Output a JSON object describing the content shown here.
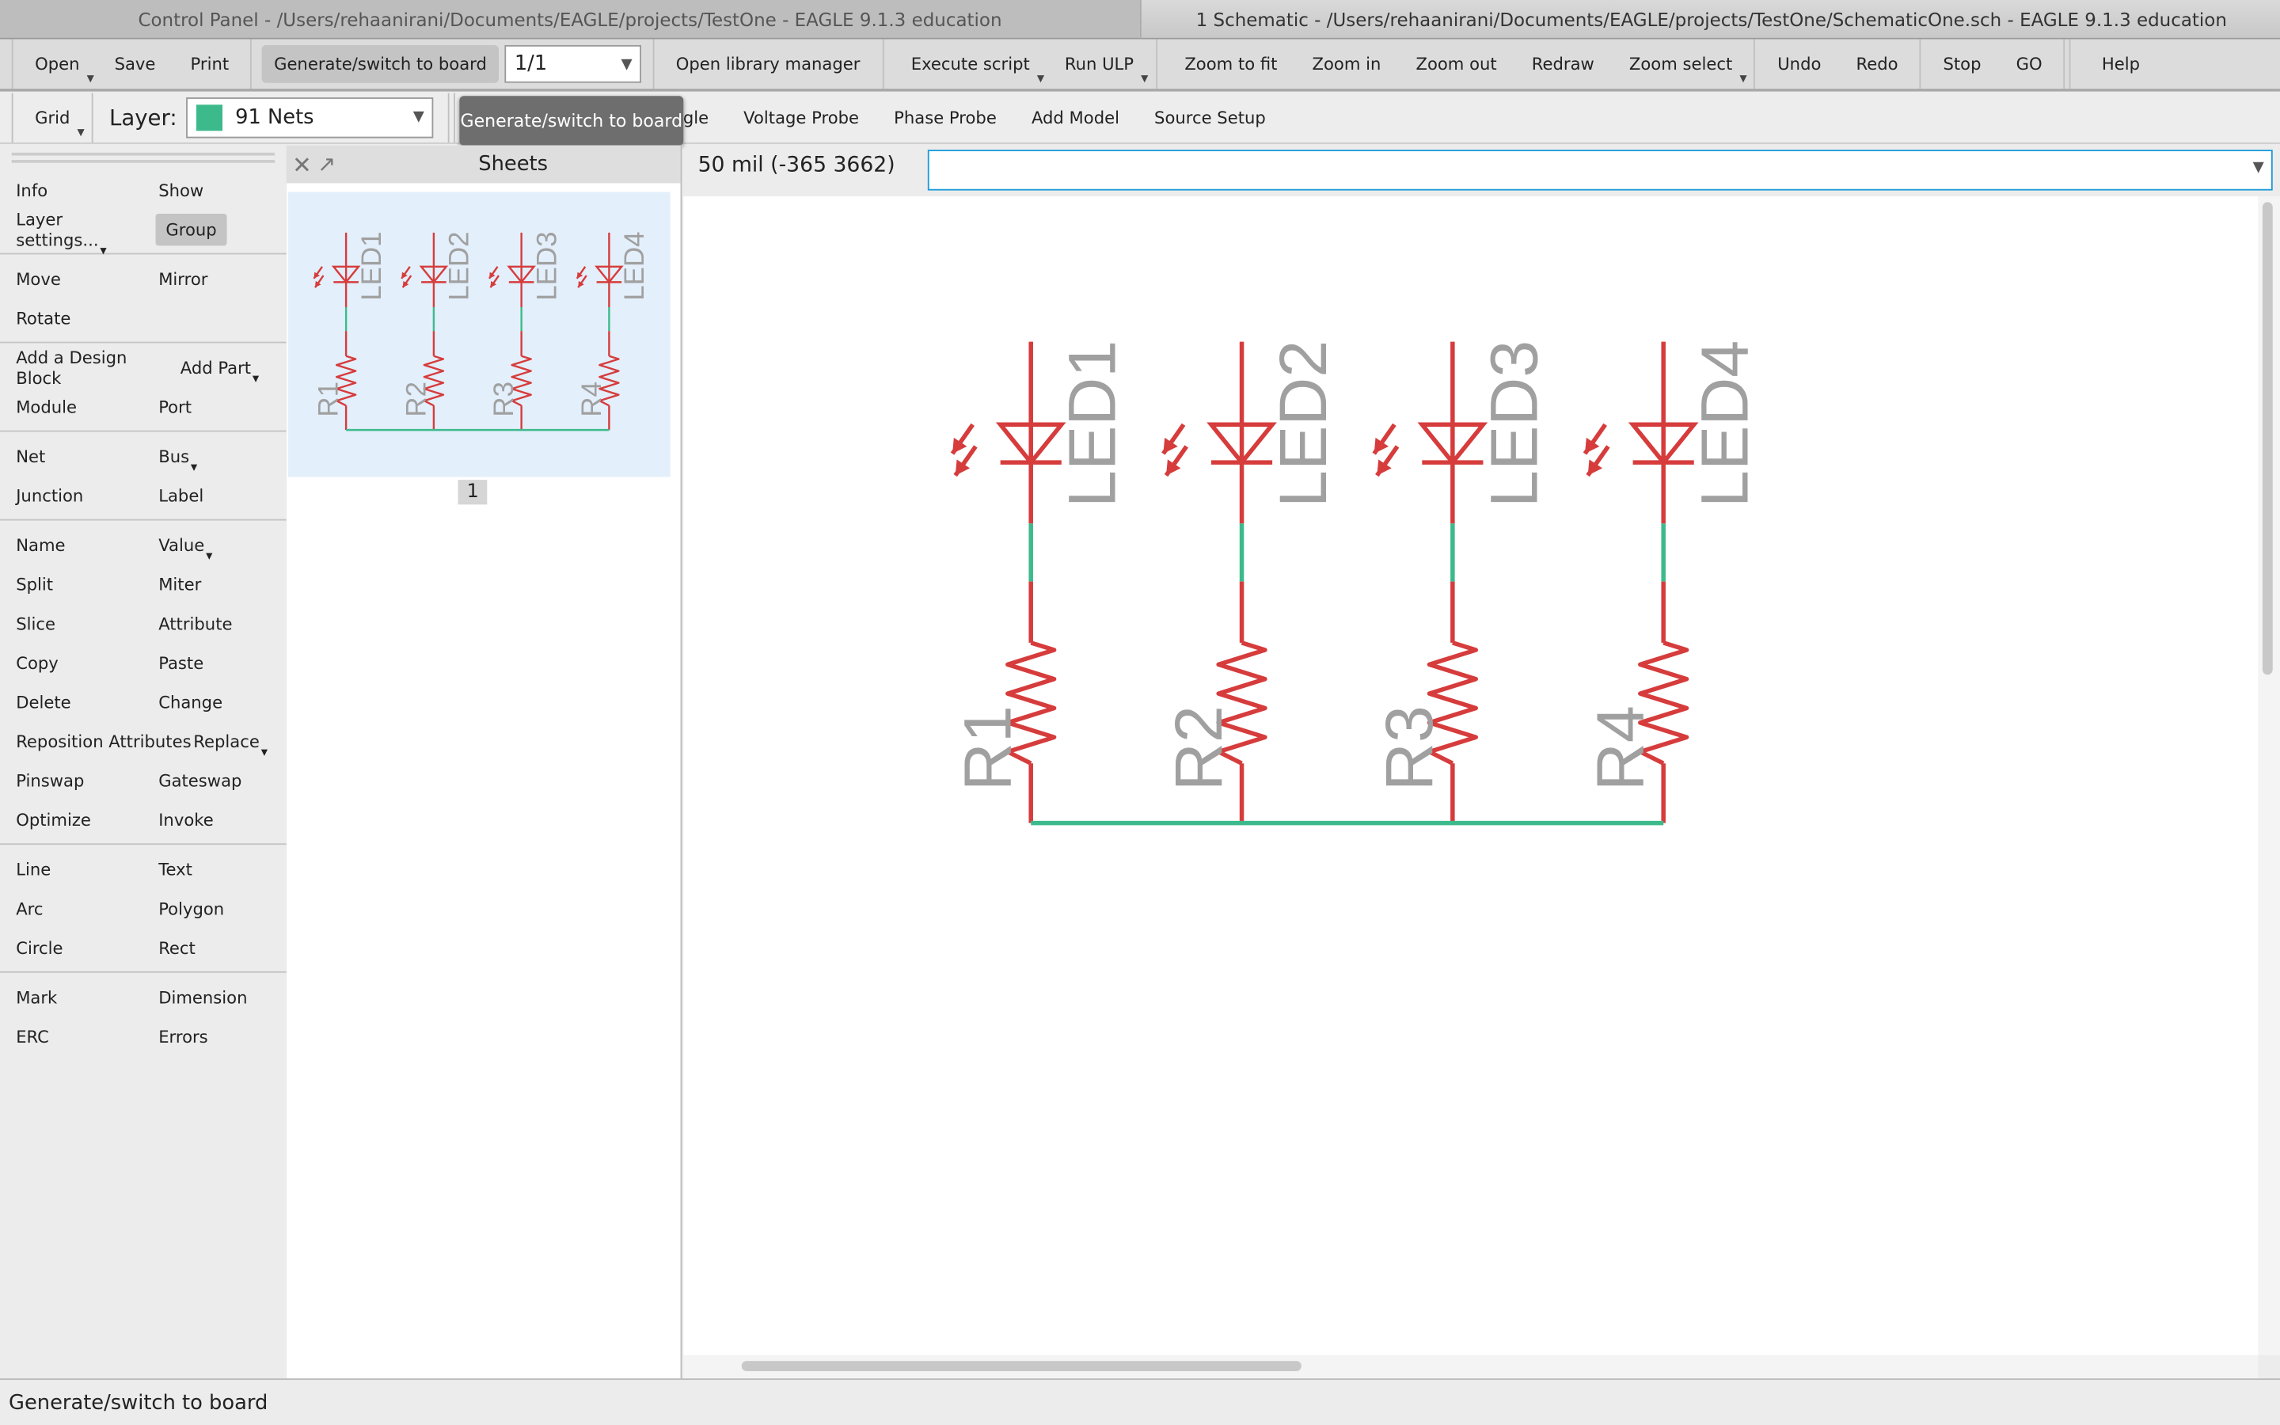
{
  "windows": {
    "control_panel_title": "Control Panel - /Users/rehaanirani/Documents/EAGLE/projects/TestOne - EAGLE 9.1.3 education",
    "schematic_title": "1 Schematic - /Users/rehaanirani/Documents/EAGLE/projects/TestOne/SchematicOne.sch - EAGLE 9.1.3 education"
  },
  "toolbar1": {
    "open": "Open",
    "save": "Save",
    "print": "Print",
    "generate": "Generate/switch to board",
    "sheet_select": "1/1",
    "library": "Open library manager",
    "execute_script": "Execute script",
    "run_ulp": "Run ULP",
    "zoom_fit": "Zoom to fit",
    "zoom_in": "Zoom in",
    "zoom_out": "Zoom out",
    "redraw": "Redraw",
    "zoom_select": "Zoom select",
    "undo": "Undo",
    "redo": "Redo",
    "stop": "Stop",
    "go": "GO",
    "help": "Help"
  },
  "toolbar2": {
    "grid": "Grid",
    "layer_label": "Layer:",
    "layer_value": "91 Nets",
    "layer_color": "#3dba8c",
    "partial_button": "gle",
    "voltage_probe": "Voltage Probe",
    "phase_probe": "Phase Probe",
    "add_model": "Add Model",
    "source_setup": "Source Setup"
  },
  "tooltip": "Generate/switch to board",
  "commands": [
    [
      [
        "Info",
        "Show"
      ],
      [
        "Layer settings...",
        "Group"
      ]
    ],
    [
      [
        "Move",
        "Mirror"
      ],
      [
        "Rotate",
        ""
      ]
    ],
    [
      [
        "Add a Design Block",
        "Add Part"
      ],
      [
        "Module",
        "Port"
      ]
    ],
    [
      [
        "Net",
        "Bus"
      ],
      [
        "Junction",
        "Label"
      ]
    ],
    [
      [
        "Name",
        "Value"
      ],
      [
        "Split",
        "Miter"
      ],
      [
        "Slice",
        "Attribute"
      ],
      [
        "Copy",
        "Paste"
      ],
      [
        "Delete",
        "Change"
      ],
      [
        "Reposition Attributes",
        "Replace"
      ],
      [
        "Pinswap",
        "Gateswap"
      ],
      [
        "Optimize",
        "Invoke"
      ]
    ],
    [
      [
        "Line",
        "Text"
      ],
      [
        "Arc",
        "Polygon"
      ],
      [
        "Circle",
        "Rect"
      ]
    ],
    [
      [
        "Mark",
        "Dimension"
      ],
      [
        "ERC",
        "Errors"
      ]
    ]
  ],
  "sheets": {
    "title": "Sheets",
    "page": "1"
  },
  "coordinates": "50 mil (-365 3662)",
  "command_input": "",
  "schematic": {
    "wire_color": "#d63c3c",
    "net_color": "#3dba8c",
    "label_color": "#a0a0a0",
    "leds": [
      "LED1",
      "LED2",
      "LED3",
      "LED4"
    ],
    "resistors": [
      "R1",
      "R2",
      "R3",
      "R4"
    ]
  },
  "status": "Generate/switch to board"
}
